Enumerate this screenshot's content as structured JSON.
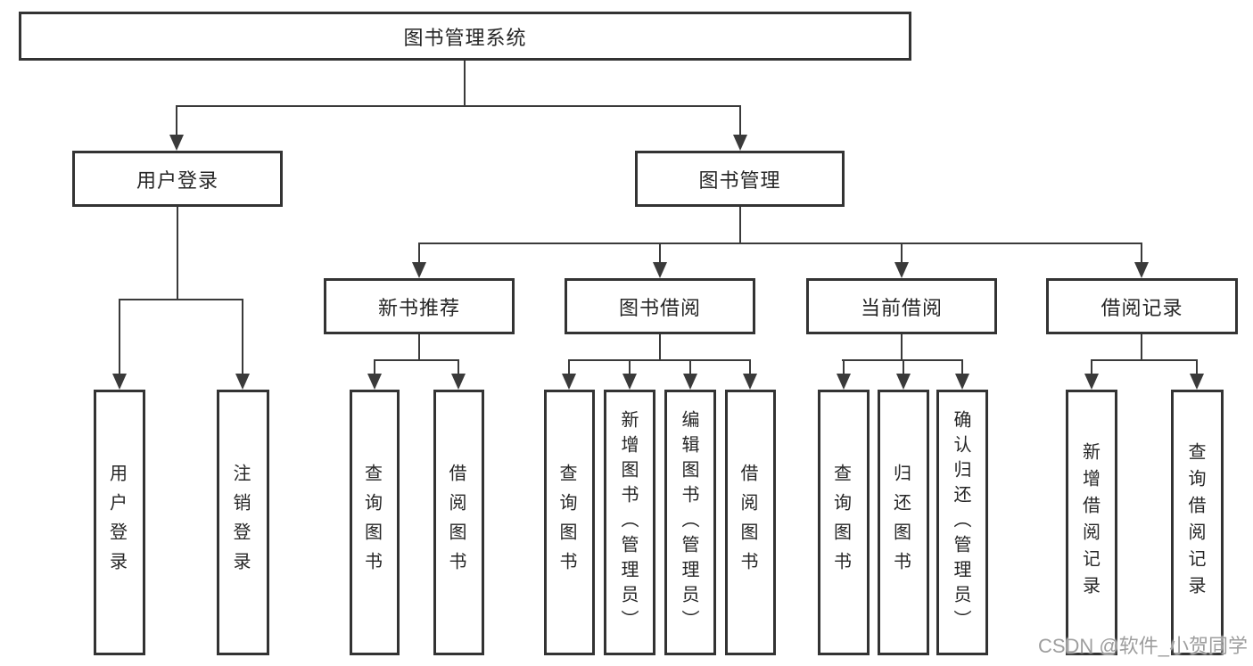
{
  "diagram": {
    "watermark": "CSDN @软件_小贺同学",
    "colors": {
      "line": "#3a3a3a",
      "border": "#333333",
      "text": "#262626",
      "watermark": "#9e9e9e",
      "background": "#ffffff"
    },
    "nodes": {
      "root": {
        "label": "图书管理系统"
      },
      "user_login": {
        "label": "用户登录"
      },
      "book_management": {
        "label": "图书管理"
      },
      "new_book_recommend": {
        "label": "新书推荐"
      },
      "book_borrow": {
        "label": "图书借阅"
      },
      "current_borrow": {
        "label": "当前借阅"
      },
      "borrow_records": {
        "label": "借阅记录"
      }
    },
    "leaves": [
      {
        "label": "用户登录"
      },
      {
        "label": "注销登录"
      },
      {
        "label": "查询图书"
      },
      {
        "label": "借阅图书"
      },
      {
        "label": "查询图书"
      },
      {
        "label": "新增图书（管理员）"
      },
      {
        "label": "编辑图书（管理员）"
      },
      {
        "label": "借阅图书"
      },
      {
        "label": "查询图书"
      },
      {
        "label": "归还图书"
      },
      {
        "label": "确认归还（管理员）"
      },
      {
        "label": "新增借阅记录"
      },
      {
        "label": "查询借阅记录"
      }
    ]
  }
}
